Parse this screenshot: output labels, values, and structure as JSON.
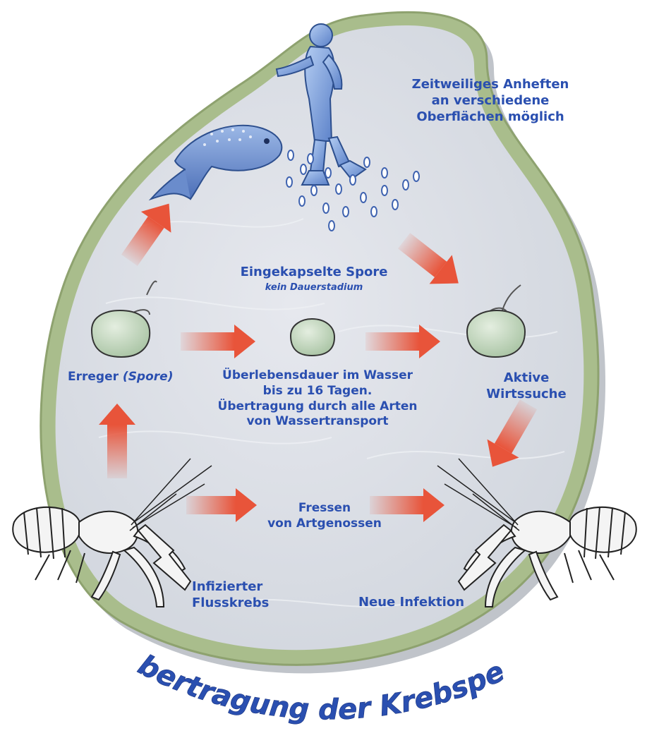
{
  "title": "Übertragung der Krebspest",
  "labels": {
    "attach_line1": "Zeitweiliges Anheften",
    "attach_line2": "an verschiedene",
    "attach_line3": "Oberflächen möglich",
    "encapsulated": "Eingekapselte Spore",
    "encapsulated_sub": "kein Dauerstadium",
    "pathogen": "Erreger",
    "pathogen_spore": "(Spore)",
    "survival_line1": "Überlebensdauer im Wasser",
    "survival_line2": "bis zu 16 Tagen.",
    "survival_line3": "Übertragung durch alle Arten",
    "survival_line4": "von Wassertransport",
    "active_line1": "Aktive",
    "active_line2": "Wirtssuche",
    "eating_line1": "Fressen",
    "eating_line2": "von Artgenossen",
    "infected_line1": "Infizierter",
    "infected_line2": "Flusskrebs",
    "new_infection": "Neue Infektion"
  },
  "colors": {
    "text": "#2a4fb0",
    "rim": "#a9bd8c",
    "water": "#d9dde4",
    "arrow": "#e8543a",
    "spore": "#c8dcc4"
  }
}
